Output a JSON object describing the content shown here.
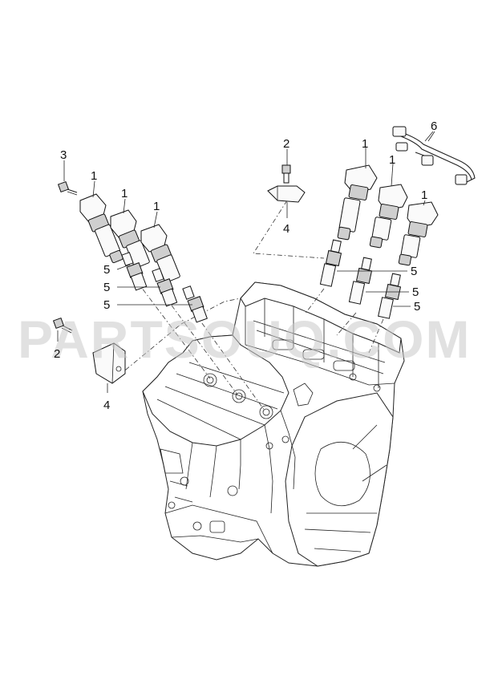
{
  "watermark": "PARTSOUQ.COM",
  "callouts": {
    "c1a": "1",
    "c1b": "1",
    "c1c": "1",
    "c1d": "1",
    "c1e": "1",
    "c1f": "1",
    "c2a": "2",
    "c2b": "2",
    "c3": "3",
    "c4a": "4",
    "c4b": "4",
    "c5a": "5",
    "c5b": "5",
    "c5c": "5",
    "c5d": "5",
    "c5e": "5",
    "c5f": "5",
    "c6": "6"
  }
}
